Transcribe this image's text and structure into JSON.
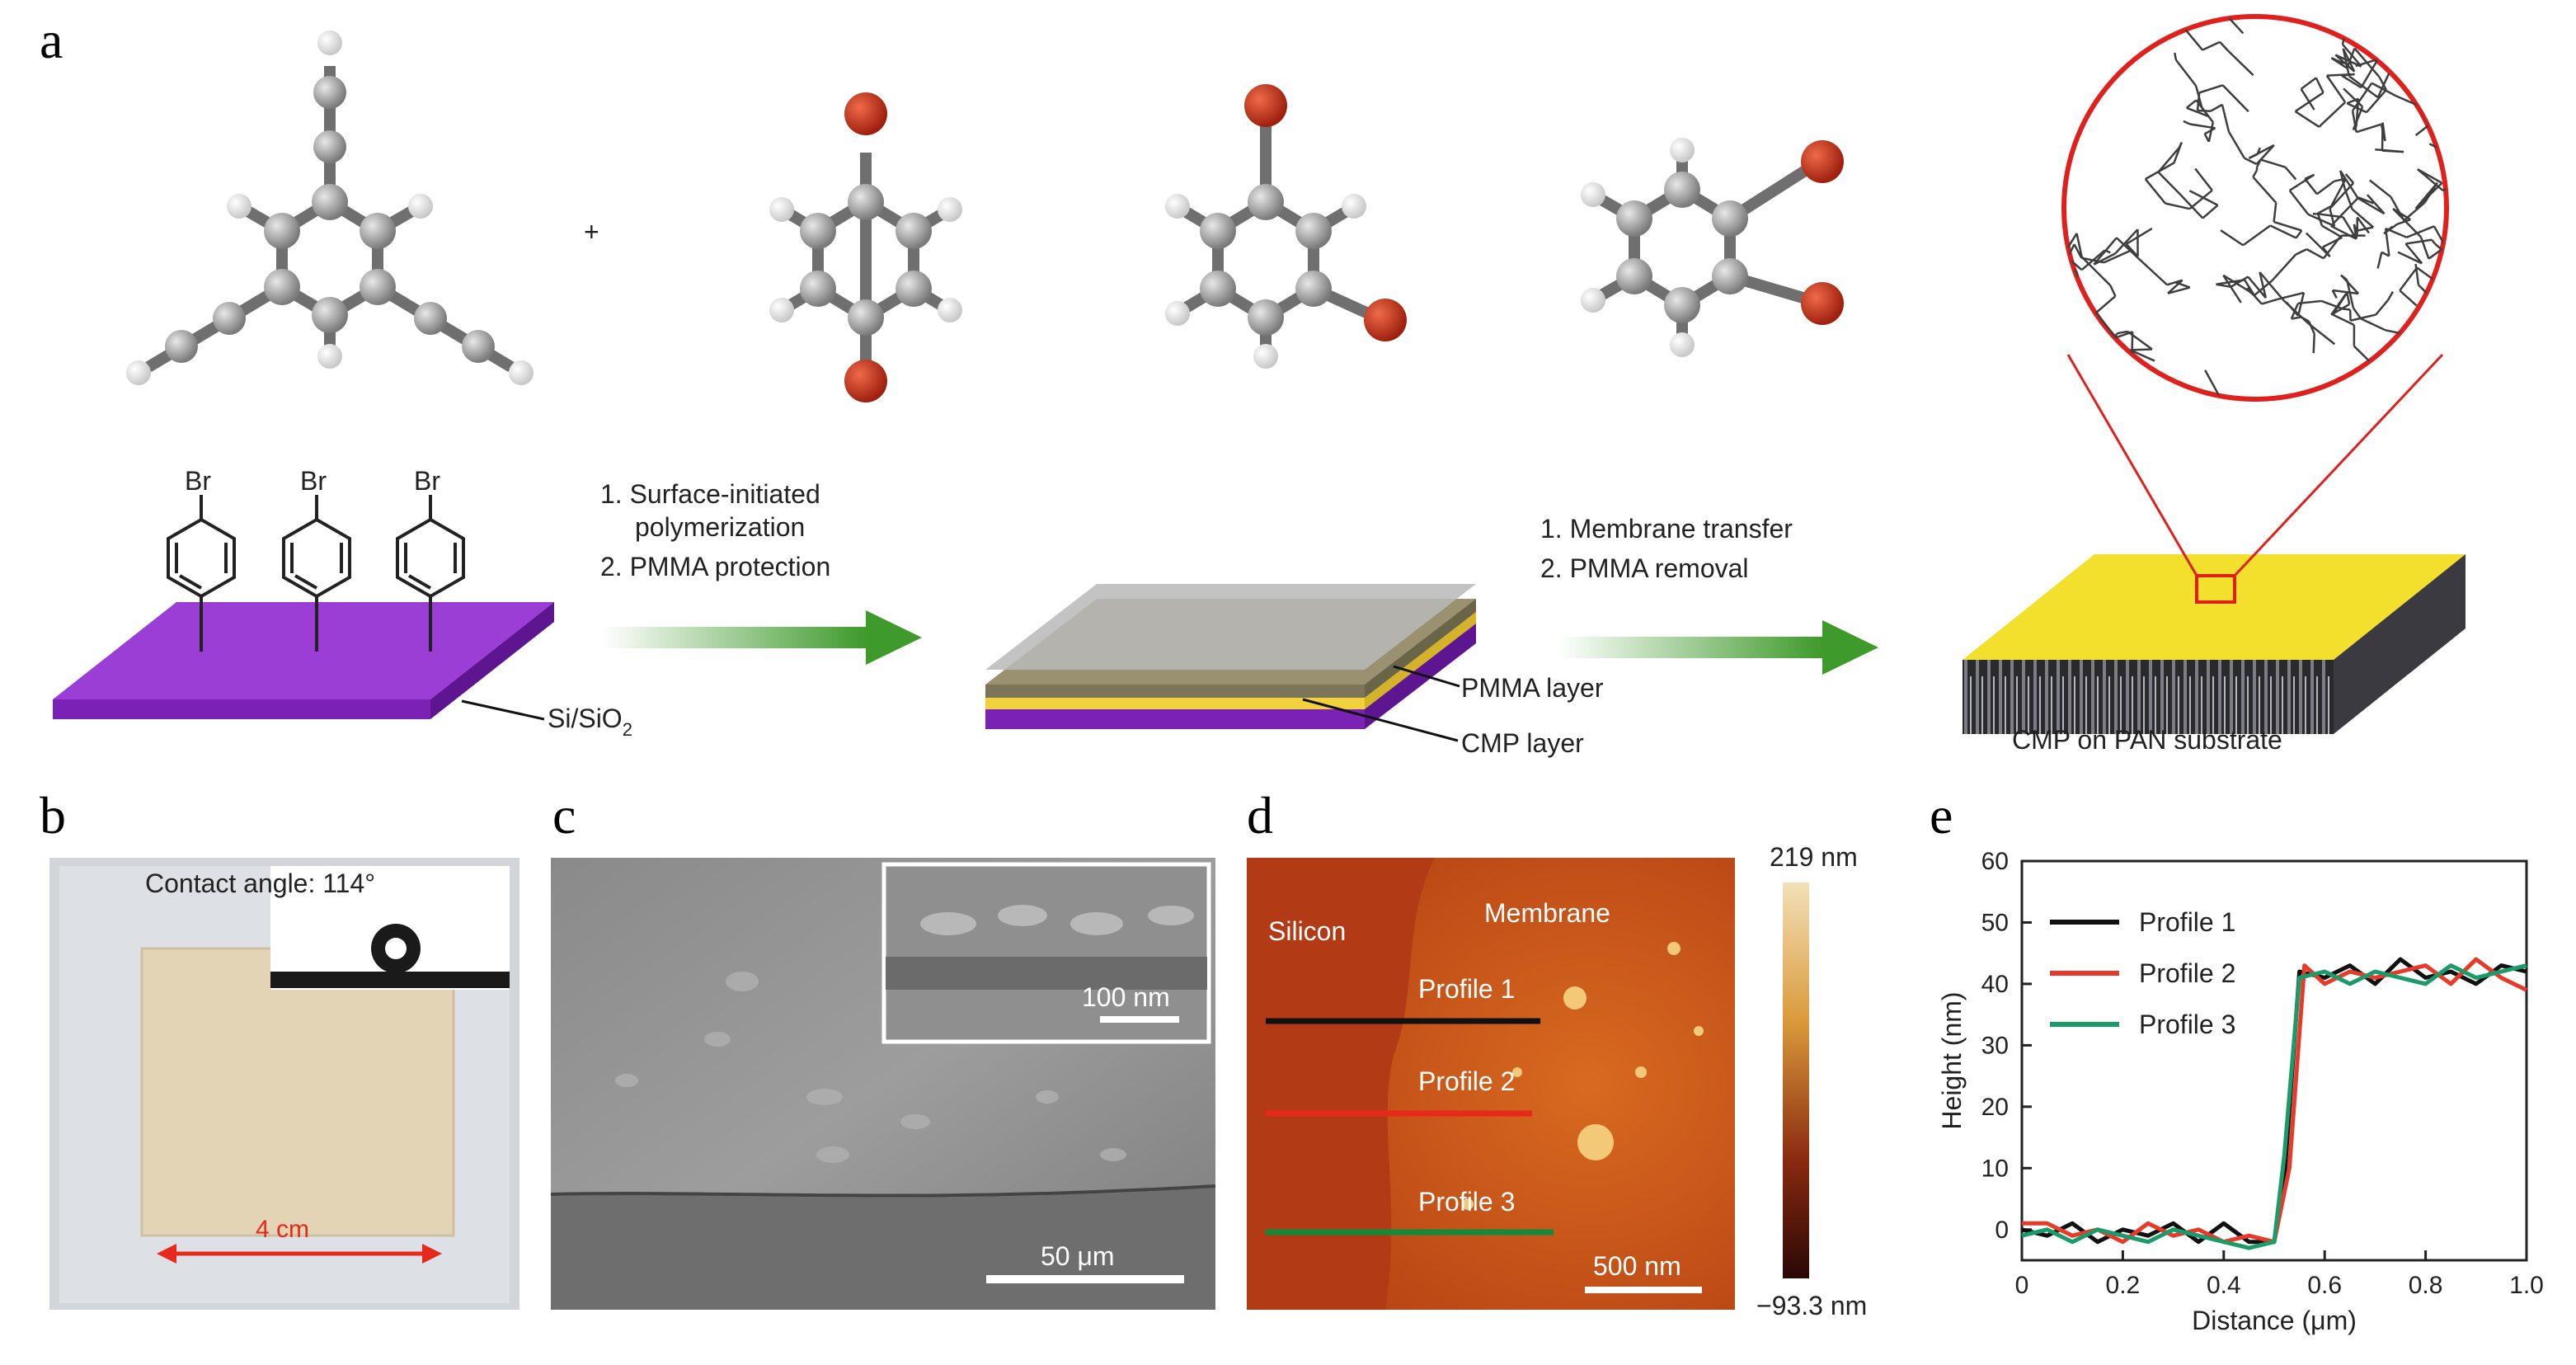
{
  "panels": {
    "a": "a",
    "b": "b",
    "c": "c",
    "d": "d",
    "e": "e"
  },
  "panel_a": {
    "plus": "+",
    "br": "Br",
    "substrate_label": "Si/SiO",
    "substrate_sub": "2",
    "step1_line1": "1. Surface-initiated",
    "step1_line2": "polymerization",
    "step1_line3": "2. PMMA protection",
    "step2_line1": "1. Membrane transfer",
    "step2_line2": "2. PMMA removal",
    "pmma_label": "PMMA layer",
    "cmp_label": "CMP layer",
    "pan_label": "CMP on PAN substrate",
    "colors": {
      "substrate": "#8b2fc9",
      "film": "#9a9170",
      "pmma": "#a9a9a9",
      "cmp": "#f2d23c",
      "network_ring": "#e0201c",
      "arrow": "#3f9a2c",
      "bromine": "#c0311a",
      "carbon": "#8f8f8f",
      "hydrogen": "#dcdcdc"
    }
  },
  "panel_b": {
    "contact_angle": "Contact angle: 114°",
    "scale": "4 cm"
  },
  "panel_c": {
    "inset_scale": "100 nm",
    "scale": "50 μm"
  },
  "panel_d": {
    "silicon": "Silicon",
    "membrane": "Membrane",
    "profile1": "Profile 1",
    "profile2": "Profile 2",
    "profile3": "Profile 3",
    "scale": "500 nm",
    "colorbar_max": "219 nm",
    "colorbar_min": "−93.3 nm"
  },
  "chart_data": {
    "type": "line",
    "xlabel": "Distance (μm)",
    "ylabel": "Height (nm)",
    "xlim": [
      0,
      1.0
    ],
    "ylim": [
      -5,
      60
    ],
    "xticks": [
      "0",
      "0.2",
      "0.4",
      "0.6",
      "0.8",
      "1.0"
    ],
    "yticks": [
      "0",
      "10",
      "20",
      "30",
      "40",
      "50",
      "60"
    ],
    "legend_placement": "top-left",
    "series": [
      {
        "name": "Profile 1",
        "color": "#111111",
        "x": [
          0,
          0.05,
          0.1,
          0.15,
          0.2,
          0.25,
          0.3,
          0.35,
          0.4,
          0.45,
          0.5,
          0.52,
          0.55,
          0.6,
          0.65,
          0.7,
          0.75,
          0.8,
          0.85,
          0.9,
          0.95,
          1.0
        ],
        "y": [
          0,
          -1,
          1,
          -2,
          0,
          -1,
          1,
          -2,
          1,
          -2,
          -2,
          8,
          42,
          41,
          43,
          40,
          44,
          41,
          42,
          40,
          43,
          42
        ]
      },
      {
        "name": "Profile 2",
        "color": "#e83a2a",
        "x": [
          0,
          0.05,
          0.1,
          0.15,
          0.2,
          0.25,
          0.3,
          0.35,
          0.4,
          0.45,
          0.5,
          0.53,
          0.56,
          0.6,
          0.65,
          0.7,
          0.75,
          0.8,
          0.85,
          0.9,
          0.95,
          1.0
        ],
        "y": [
          1,
          1,
          -1,
          0,
          -2,
          1,
          -1,
          0,
          -2,
          -1,
          -2,
          10,
          43,
          40,
          42,
          41,
          42,
          43,
          40,
          44,
          41,
          39
        ]
      },
      {
        "name": "Profile 3",
        "color": "#1b9a6a",
        "x": [
          0,
          0.05,
          0.1,
          0.15,
          0.2,
          0.25,
          0.3,
          0.35,
          0.4,
          0.45,
          0.5,
          0.52,
          0.55,
          0.6,
          0.65,
          0.7,
          0.75,
          0.8,
          0.85,
          0.9,
          0.95,
          1.0
        ],
        "y": [
          -1,
          0,
          -2,
          0,
          -1,
          -2,
          0,
          -1,
          -2,
          -3,
          -2,
          12,
          41,
          42,
          40,
          42,
          41,
          40,
          43,
          41,
          42,
          43
        ]
      }
    ]
  }
}
